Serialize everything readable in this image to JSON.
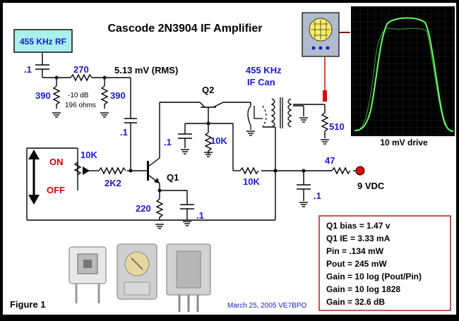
{
  "title": "Cascode 2N3904 IF Amplifier",
  "source_label": "455 KHz RF",
  "attenuator": {
    "c_in": ".1",
    "r_series": "270",
    "r_left": "390",
    "r_right": "390",
    "note_line1": "-10 dB",
    "note_line2": "196 ohms"
  },
  "signal_level": "5.13 mV  (RMS)",
  "transistors": {
    "upper": "Q2",
    "lower": "Q1"
  },
  "if_can_line1": "455 KHz",
  "if_can_line2": "IF Can",
  "components": {
    "c_coupling": ".1",
    "c_q2_base": ".1",
    "r_q2_base": "10K",
    "pot": "10K",
    "r_base": "2K2",
    "r_emitter": "220",
    "c_emitter": ".1",
    "r_feedback": "10K",
    "r_load": "510",
    "r_supply": "47",
    "c_supply": ".1"
  },
  "switch": {
    "on": "ON",
    "off": "OFF"
  },
  "supply": "9 VDC",
  "scope_caption": "10 mV drive",
  "results": [
    "Q1 bias = 1.47 v",
    "Q1 IE   =  3.33 mA",
    "Pin = .134 mW",
    "Pout = 245 mW",
    "Gain = 10 log (Pout/Pin)",
    "Gain = 10 log 1828",
    "Gain = 32.6 dB"
  ],
  "figure_label": "Figure 1",
  "credit": "March 25, 2005 VE7BPO",
  "colors": {
    "background": "#ffffff",
    "frame": "#000000",
    "label_blue": "#1a1acc",
    "switch_red": "#dd0000",
    "source_box": "#a8f0ec",
    "box_border": "#aa2222",
    "trace": "#66ff66"
  },
  "icons": [
    "oscilloscope-icon",
    "ground-symbol-icon",
    "transformer-coil-icon",
    "arrow-up-icon",
    "arrow-down-icon"
  ]
}
